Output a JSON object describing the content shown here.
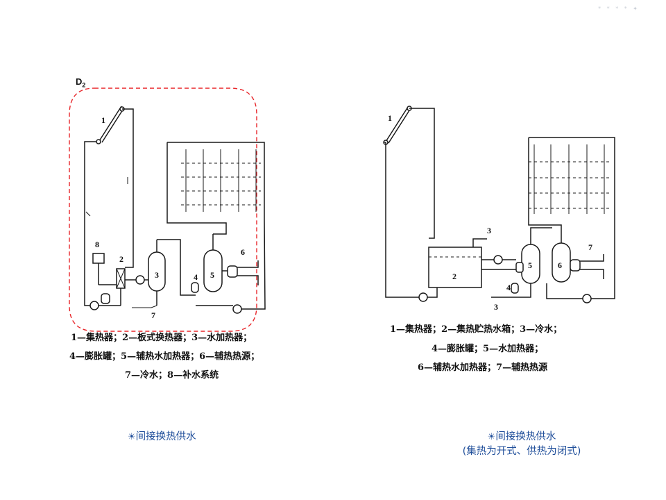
{
  "top_mark": "* * * * ✦",
  "left": {
    "tag_main": "D",
    "tag_sub": "2",
    "numbers": [
      "1",
      "2",
      "3",
      "4",
      "5",
      "6",
      "7",
      "8"
    ],
    "legend_lines": [
      "1—集热器；2—板式换热器；3—水加热器；",
      "4—膨胀罐；5—辅热水加热器；6—辅热热源；",
      "7—冷水；8—补水系统"
    ],
    "caption_bullet": "☀",
    "caption": "间接换热供水",
    "highlight_color": "#e8262a"
  },
  "right": {
    "numbers": [
      "1",
      "2",
      "3",
      "3",
      "4",
      "5",
      "6",
      "7"
    ],
    "legend_lines": [
      "1—集热器；2—集热贮热水箱；3—冷水；",
      "4—膨胀罐；5—水加热器；",
      "6—辅热水加热器；7—辅热热源"
    ],
    "caption_bullet": "☀",
    "caption": "间接换热供水",
    "caption_line2": "(集热为开式、供热为闭式)"
  },
  "accent_color": "#1f4e9a"
}
